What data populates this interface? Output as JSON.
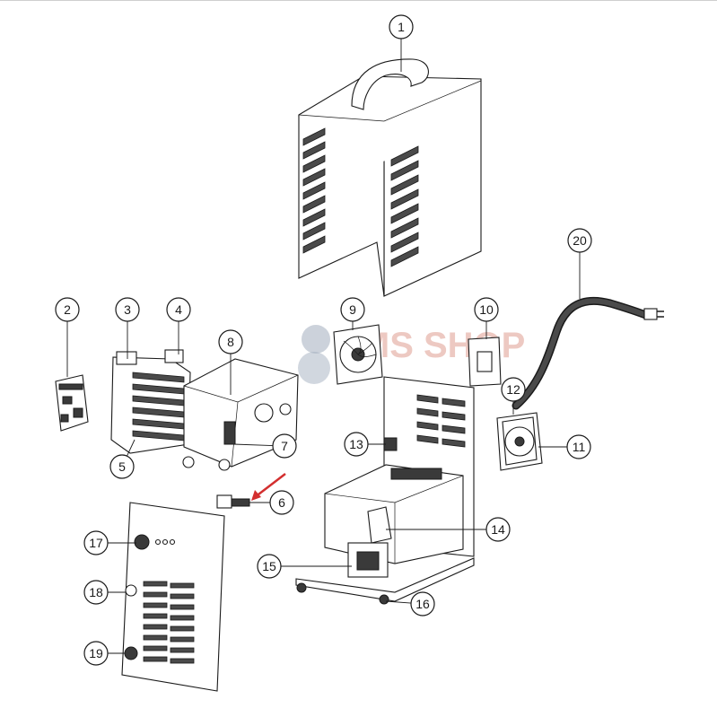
{
  "diagram": {
    "callouts": [
      {
        "id": "callout-1",
        "label": "1"
      },
      {
        "id": "callout-2",
        "label": "2"
      },
      {
        "id": "callout-3",
        "label": "3"
      },
      {
        "id": "callout-4",
        "label": "4"
      },
      {
        "id": "callout-5",
        "label": "5"
      },
      {
        "id": "callout-6",
        "label": "6"
      },
      {
        "id": "callout-7",
        "label": "7"
      },
      {
        "id": "callout-8",
        "label": "8"
      },
      {
        "id": "callout-9",
        "label": "9"
      },
      {
        "id": "callout-10",
        "label": "10"
      },
      {
        "id": "callout-11",
        "label": "11"
      },
      {
        "id": "callout-12",
        "label": "12"
      },
      {
        "id": "callout-13",
        "label": "13"
      },
      {
        "id": "callout-14",
        "label": "14"
      },
      {
        "id": "callout-15",
        "label": "15"
      },
      {
        "id": "callout-16",
        "label": "16"
      },
      {
        "id": "callout-17",
        "label": "17"
      },
      {
        "id": "callout-18",
        "label": "18"
      },
      {
        "id": "callout-19",
        "label": "19"
      },
      {
        "id": "callout-20",
        "label": "20"
      }
    ],
    "watermark": "KMS SHOP",
    "arrow_color": "#d32f2f"
  }
}
